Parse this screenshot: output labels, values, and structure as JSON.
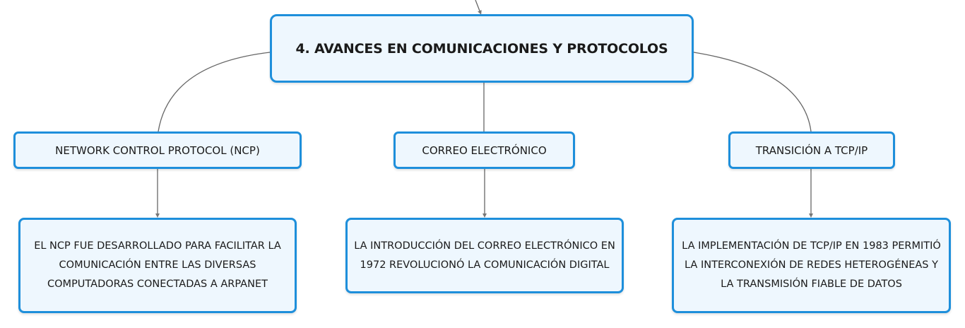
{
  "diagram": {
    "root": {
      "label": "4. AVANCES EN COMUNICACIONES Y PROTOCOLOS"
    },
    "branches": [
      {
        "label": "NETWORK CONTROL PROTOCOL (NCP)",
        "detail": "EL NCP FUE DESARROLLADO PARA FACILITAR LA COMUNICACIÓN ENTRE LAS DIVERSAS COMPUTADORAS CONECTADAS A ARPANET"
      },
      {
        "label": "CORREO ELECTRÓNICO",
        "detail": "LA INTRODUCCIÓN DEL CORREO ELECTRÓNICO EN 1972 REVOLUCIONÓ LA COMUNICACIÓN DIGITAL"
      },
      {
        "label": "TRANSICIÓN A TCP/IP",
        "detail": "LA IMPLEMENTACIÓN DE TCP/IP EN 1983 PERMITIÓ LA INTERCONEXIÓN DE REDES HETEROGÉNEAS Y LA TRANSMISIÓN FIABLE DE DATOS"
      }
    ]
  },
  "colors": {
    "node_border": "#1e8fdb",
    "node_fill": "#eef7fe",
    "connector": "#666666",
    "text": "#1a1a1a"
  }
}
